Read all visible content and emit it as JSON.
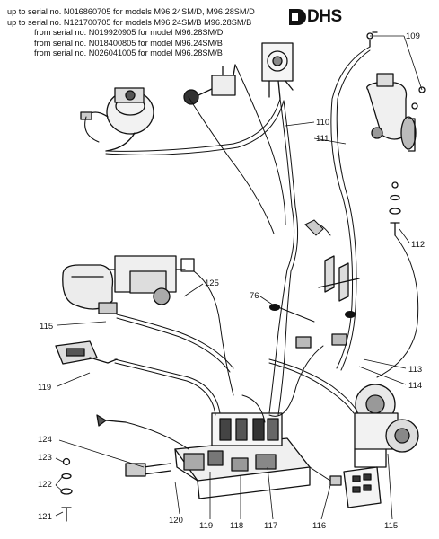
{
  "serial_notes": [
    "up to serial no. N016860705 for models M96.24SM/D, M96.28SM/D",
    "up to serial no. N121700705 for models M96.24SM/B  M96.28SM/B",
    "from serial no. N019920905 for model M96.28SM/D",
    "from serial no. N018400805 for model M96.24SM/B",
    "from serial no. N026041005 for model M96.28SM/B"
  ],
  "brand": {
    "logo_text": "DHS"
  },
  "callouts": [
    {
      "id": "109",
      "label": "109"
    },
    {
      "id": "110",
      "label": "110"
    },
    {
      "id": "111",
      "label": "111"
    },
    {
      "id": "112",
      "label": "112"
    },
    {
      "id": "125",
      "label": "125"
    },
    {
      "id": "76",
      "label": "76"
    },
    {
      "id": "115a",
      "label": "115"
    },
    {
      "id": "113",
      "label": "113"
    },
    {
      "id": "114",
      "label": "114"
    },
    {
      "id": "119a",
      "label": "119"
    },
    {
      "id": "124",
      "label": "124"
    },
    {
      "id": "123",
      "label": "123"
    },
    {
      "id": "122",
      "label": "122"
    },
    {
      "id": "121",
      "label": "121"
    },
    {
      "id": "120",
      "label": "120"
    },
    {
      "id": "119b",
      "label": "119"
    },
    {
      "id": "118",
      "label": "118"
    },
    {
      "id": "117",
      "label": "117"
    },
    {
      "id": "116",
      "label": "116"
    },
    {
      "id": "115b",
      "label": "115"
    }
  ]
}
